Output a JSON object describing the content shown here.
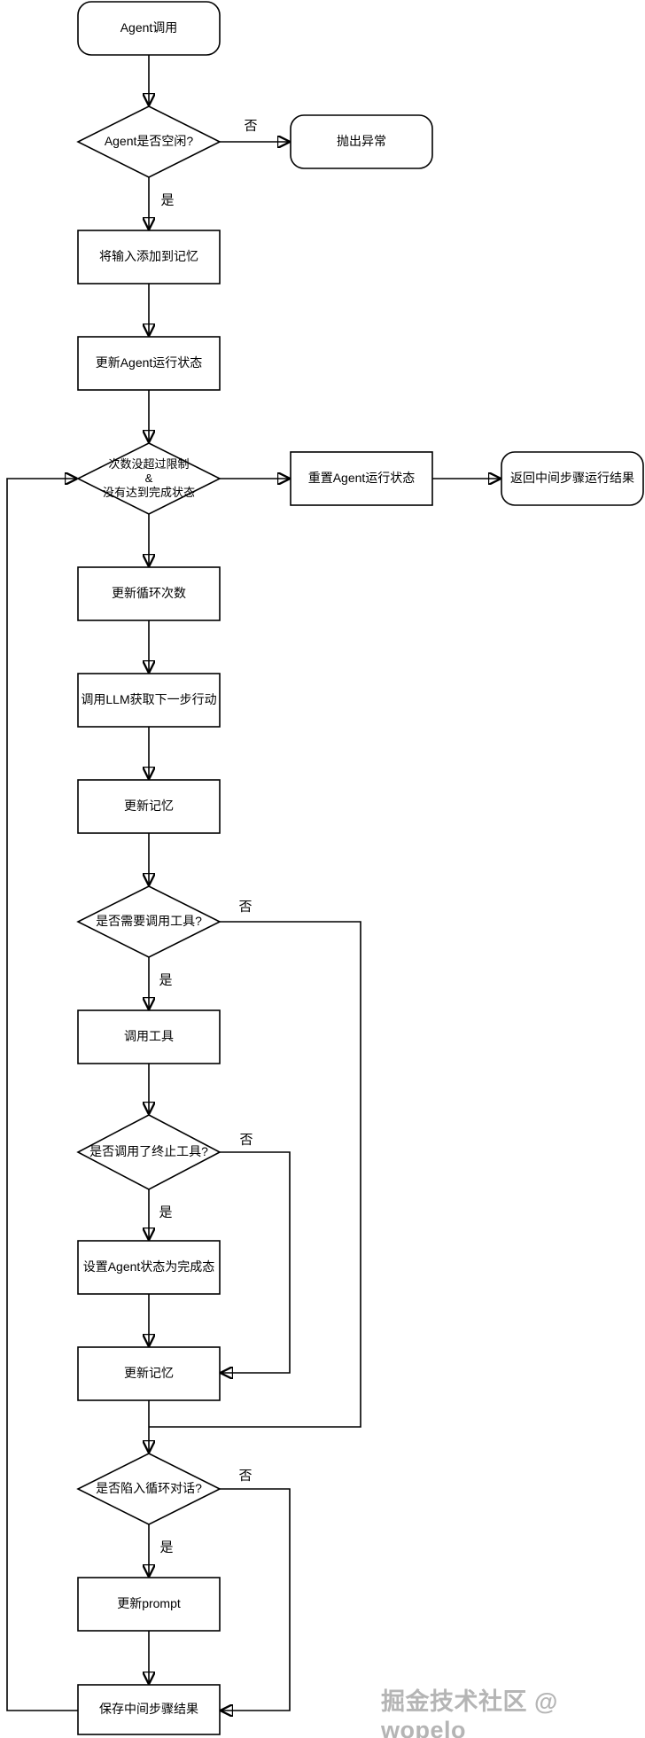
{
  "diagram": {
    "nodes": {
      "start": {
        "label": "Agent调用"
      },
      "agent_idle": {
        "label": "Agent是否空闲?"
      },
      "throw_exception": {
        "label": "抛出异常"
      },
      "add_input_memory": {
        "label": "将输入添加到记忆"
      },
      "update_agent_state": {
        "label": "更新Agent运行状态"
      },
      "loop_condition": {
        "label": "次数没超过限制\n&\n没有达到完成状态"
      },
      "reset_agent_state": {
        "label": "重置Agent运行状态"
      },
      "return_steps": {
        "label": "返回中间步骤运行结果"
      },
      "update_loop_count": {
        "label": "更新循环次数"
      },
      "call_llm": {
        "label": "调用LLM获取下一步行动"
      },
      "update_memory_1": {
        "label": "更新记忆"
      },
      "need_tool": {
        "label": "是否需要调用工具?"
      },
      "call_tool": {
        "label": "调用工具"
      },
      "terminate_tool": {
        "label": "是否调用了终止工具?"
      },
      "set_agent_done": {
        "label": "设置Agent状态为完成态"
      },
      "update_memory_2": {
        "label": "更新记忆"
      },
      "loop_dialog": {
        "label": "是否陷入循环对话?"
      },
      "update_prompt": {
        "label": "更新prompt"
      },
      "save_steps": {
        "label": "保存中间步骤结果"
      }
    },
    "edge_labels": {
      "idle_no": "否",
      "idle_yes": "是",
      "need_tool_no": "否",
      "need_tool_yes": "是",
      "terminate_no": "否",
      "terminate_yes": "是",
      "loop_dialog_no": "否",
      "loop_dialog_yes": "是"
    },
    "watermark": "掘金技术社区 @ wopelo",
    "colors": {
      "line": "#000000",
      "node_border": "#000000",
      "text": "#000000",
      "watermark": "#b5b5b5",
      "background": "#ffffff"
    }
  }
}
